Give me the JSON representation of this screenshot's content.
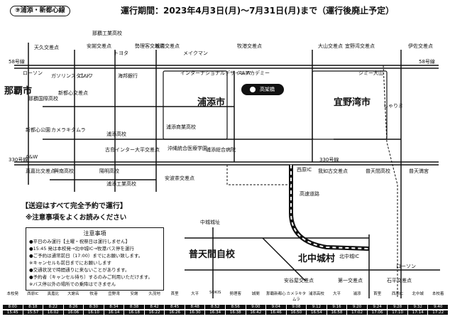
{
  "header": {
    "route_name": "⑨浦添・新都心線",
    "period": "運行期間：2023年4月3日(月)～7月31日(月)まで（運行後廃止予定）"
  },
  "map": {
    "areas": [
      {
        "name": "那覇市"
      },
      {
        "name": "浦添市"
      },
      {
        "name": "宜野湾市"
      },
      {
        "name": "北中城村"
      },
      {
        "name": "普天間自校"
      }
    ],
    "routes": [
      "58号線",
      "58号線",
      "330号線",
      "330号線"
    ],
    "labels": [
      "天久交差点",
      "那覇工業高校",
      "安謝交差点",
      "トヨタ",
      "勢理客交差点",
      "城間交差点",
      "メイクマン",
      "牧港交差点",
      "大山交差点",
      "宜野湾交差点",
      "伊佐交差点",
      "ローソン",
      "ガソリンスタンド",
      "ゴルフ",
      "新都心交差点",
      "海邦銀行",
      "インターナショナルデザインアカデミー",
      "A&W",
      "ジミー大山",
      "那覇国際高校",
      "新都心公園",
      "カメラキタムラ",
      "浦添高校",
      "浦添商業高校",
      "しゃりま",
      "古島インター",
      "大平交差点",
      "沖縄統合医療学園",
      "浦添総合病院",
      "A&W",
      "真嘉比交差点",
      "興南高校",
      "陽明高校",
      "浦添工業高校",
      "安波茶交差点",
      "西原IC",
      "我如古交差点",
      "普天間高校",
      "普天満宮",
      "高速道路",
      "中城城址",
      "北中城IC",
      "ローソン",
      "安谷屋交差点",
      "第一交差点",
      "石平交差点",
      "高架橋"
    ]
  },
  "notice": {
    "title1": "【送迎はすべて完全予約で運行】",
    "title2": "※注意事項をよくお読みください",
    "notes_title": "注意事項",
    "notes": [
      "●平日のみ運行【土曜・祝祭日は運行しません】",
      "●15:45 発は本校発→北中城IC→牧港バス停を運行",
      "●ご予約は通常前日（17:00）までにお願い致します。",
      "※キャンセルも前日までにお願いします",
      "●交通状況で時間通りに来ないことがあります。",
      "●予約者（キャンセル待ち）するのみご利用いただけます。",
      "※バス停以外の場所での乗降はできません"
    ]
  },
  "timetable": {
    "stops": [
      "本校発",
      "西原IC",
      "真嘉比",
      "大謝名",
      "牧港",
      "宜野湾",
      "安謝",
      "久茂地",
      "首里",
      "大平",
      "SOKIS",
      "勢理客",
      "城間",
      "那覇新都心",
      "カメラキタムラ",
      "浦添高校",
      "大平",
      "浦添",
      "首里",
      "西原IC",
      "北中城",
      "本校着"
    ],
    "row1": [
      "8:00",
      "8:18",
      "8:22",
      "8:26",
      "8:30",
      "8:34",
      "8:38",
      "8:42",
      "8:45",
      "8:48",
      "8:52",
      "8:56",
      "9:00",
      "9:04",
      "9:08",
      "9:12",
      "9:16",
      "9:20",
      "9:24",
      "9:28",
      "9:32",
      "9:40"
    ],
    "row2": [
      "15:45",
      "15:57",
      "16:02",
      "16:06",
      "16:10",
      "16:14",
      "16:18",
      "16:22",
      "16:26",
      "16:30",
      "16:34",
      "16:38",
      "16:42",
      "16:46",
      "16:50",
      "16:54",
      "16:58",
      "17:02",
      "17:06",
      "17:10",
      "17:14",
      "17:22"
    ]
  }
}
